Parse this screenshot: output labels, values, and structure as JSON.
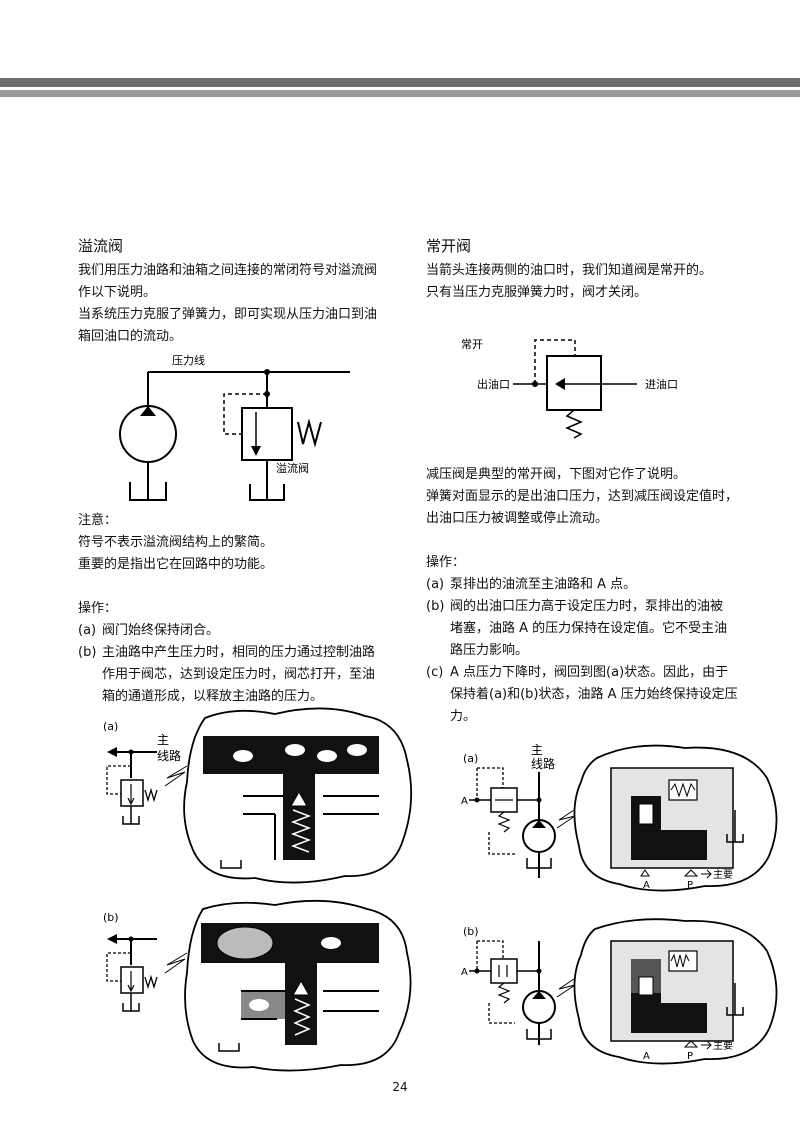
{
  "left": {
    "title": "溢流阀",
    "intro": [
      "我们用压力油路和油箱之间连接的常闭符号对溢流阀",
      "作以下说明。",
      "当系统压力克服了弹簧力，即可实现从压力油口到油",
      "箱回油口的流动。"
    ],
    "diagram_labels": {
      "pressure_line": "压力线",
      "relief_valve": "溢流阀"
    },
    "note_heading": "注意：",
    "note_lines": [
      "符号不表示溢流阀结构上的繁简。",
      "重要的是指出它在回路中的功能。"
    ],
    "ops_heading": "操作：",
    "ops": [
      {
        "label": "(a)",
        "lines": [
          "阀门始终保持闭合。"
        ]
      },
      {
        "label": "(b)",
        "lines": [
          "主油路中产生压力时，相同的压力通过控制油路",
          "作用于阀芯，达到设定压力时，阀芯打开，至油",
          "箱的通道形成，以释放主油路的压力。"
        ]
      }
    ],
    "fig_a": {
      "tag": "(a)",
      "main1": "主",
      "main2": "线路"
    },
    "fig_b": {
      "tag": "(b)"
    }
  },
  "right": {
    "title": "常开阀",
    "intro": [
      "当箭头连接两侧的油口时，我们知道阀是常开的。",
      "只有当压力克服弹簧力时，阀才关闭。"
    ],
    "diagram_labels": {
      "normally_open": "常开",
      "outlet": "出油口",
      "inlet": "进油口"
    },
    "desc_lines": [
      "减压阀是典型的常开阀，下图对它作了说明。",
      "弹簧对面显示的是出油口压力，达到减压阀设定值时，",
      "出油口压力被调整或停止流动。"
    ],
    "ops_heading": "操作：",
    "ops": [
      {
        "label": "(a)",
        "lines": [
          "泵排出的油流至主油路和 A 点。"
        ]
      },
      {
        "label": "(b)",
        "lines": [
          "阀的出油口压力高于设定压力时，泵排出的油被",
          "堵塞，油路 A 的压力保持在设定值。它不受主油",
          "路压力影响。"
        ]
      },
      {
        "label": "(c)",
        "lines": [
          "A 点压力下降时，阀回到图(a)状态。因此，由于",
          "保持着(a)和(b)状态，油路 A 压力始终保持设定压",
          "力。"
        ]
      }
    ],
    "fig_a": {
      "tag": "(a)",
      "main1": "主",
      "main2": "线路",
      "point_a": "A",
      "cap_a": "A",
      "cap_p": "P",
      "cap_main": "主要"
    },
    "fig_b": {
      "tag": "(b)",
      "point_a": "A",
      "cap_a": "A",
      "cap_p": "P",
      "cap_main": "主要"
    }
  },
  "page_number": "24"
}
